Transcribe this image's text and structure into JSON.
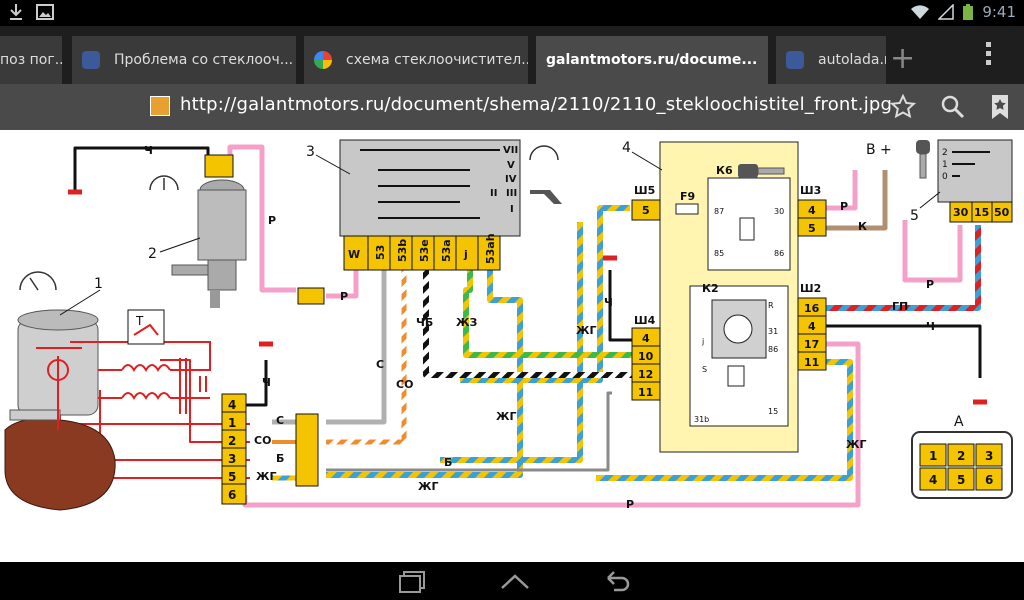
{
  "status_bar": {
    "time": "9:41"
  },
  "tabs": [
    {
      "title": "поз пог..."
    },
    {
      "title": "Проблема со стеклооч..."
    },
    {
      "title": "схема стеклоочистител..."
    },
    {
      "title": "galantmotors.ru/docume..."
    },
    {
      "title": "autolada.r"
    }
  ],
  "address_bar": {
    "url": "http://galantmotors.ru/document/shema/2110/2110_stekloochistitel_front.jpg"
  },
  "colors": {
    "pink": "#f5a0c8",
    "yellow": "#f5c400",
    "relay": "#fff4b0",
    "blue": "#3aa0d8",
    "orange": "#f08c30",
    "grey": "#7f7f7f",
    "red": "#e02020",
    "motor": "#8a3a20"
  },
  "diagram": {
    "callouts": [
      "1",
      "2",
      "3",
      "4",
      "5",
      "А"
    ],
    "switch3": {
      "romans": [
        "VII",
        "V",
        "IV",
        "II",
        "III",
        "I"
      ],
      "pins": [
        "W",
        "53",
        "53b",
        "53e",
        "53a",
        "j",
        "53ah"
      ]
    },
    "relay_block": {
      "sh5": "Ш5",
      "sh4": "Ш4",
      "sh3": "Ш3",
      "sh2": "Ш2",
      "fuse": "F9",
      "k6": "К6",
      "k2": "К2",
      "sh5_pins": [
        "5"
      ],
      "sh4_pins": [
        "4",
        "10",
        "12",
        "11"
      ],
      "sh3_pins": [
        "4",
        "5"
      ],
      "sh2_pins": [
        "16",
        "4",
        "17",
        "11"
      ],
      "k6_pins": [
        "87",
        "30",
        "85",
        "86"
      ],
      "k2_pins": [
        "R",
        "31",
        "j",
        "S",
        "86",
        "15",
        "31b"
      ]
    },
    "ignition5": {
      "pins": [
        "30",
        "15",
        "50"
      ],
      "pos": [
        "2",
        "1",
        "0"
      ]
    },
    "motor_connector": {
      "pins": [
        "4",
        "1",
        "2",
        "3",
        "5",
        "6"
      ]
    },
    "connector_a": {
      "pins": [
        "1",
        "2",
        "3",
        "4",
        "5",
        "6"
      ]
    },
    "supply": "В +",
    "wires": {
      "ch": "Ч",
      "r": "Р",
      "zhg": "ЖГ",
      "zhz": "ЖЗ",
      "chb": "ЧБ",
      "c": "С",
      "co": "СО",
      "b": "Б",
      "k": "К",
      "gp": "ГП"
    },
    "tstat": "T"
  }
}
